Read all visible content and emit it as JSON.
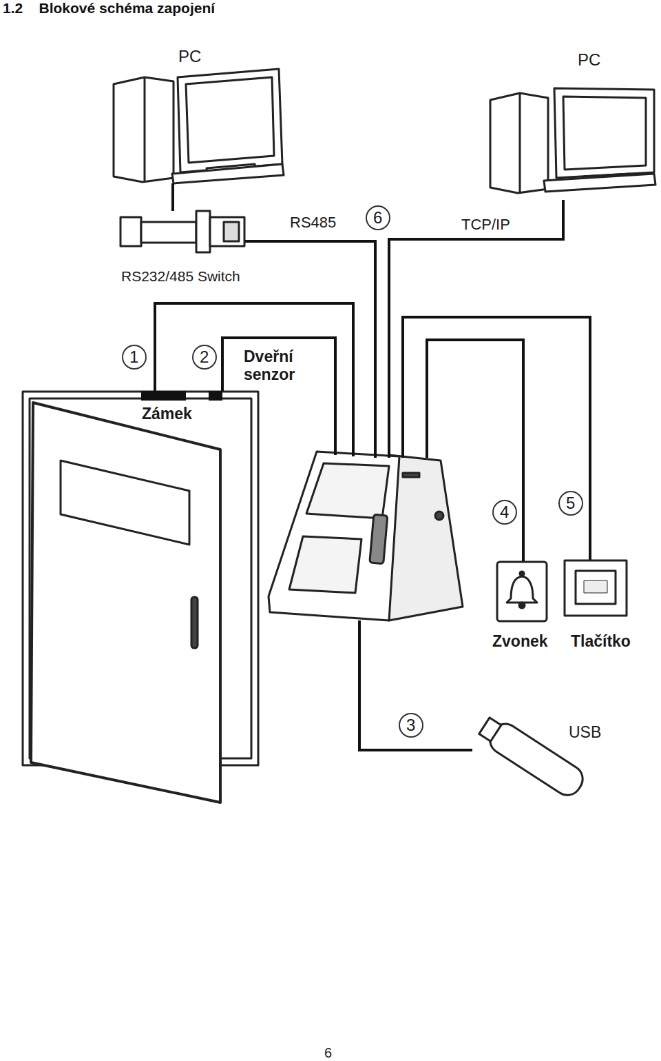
{
  "diagram": {
    "title": "1.2    Blokové schéma zapojení",
    "labels": [
      "PC",
      "PC",
      "RS485",
      "6",
      "TCP/IP",
      "RS232/485 Switch",
      "1",
      "2",
      "Dveřní senzor",
      "Zámek",
      "4",
      "5",
      "Zvonek",
      "Tlačítko",
      "3",
      "USB",
      "6"
    ]
  }
}
